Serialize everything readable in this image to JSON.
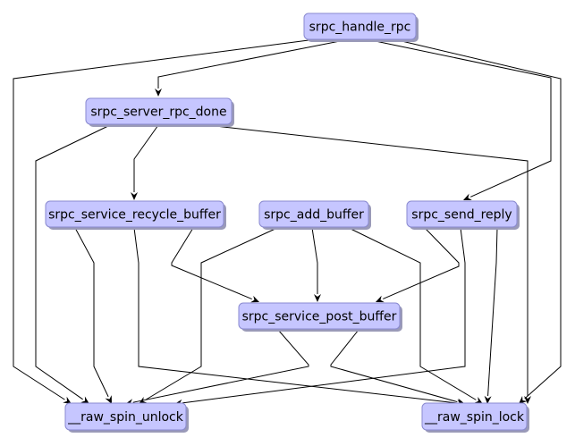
{
  "diagram": {
    "type": "call-graph",
    "colors": {
      "node_fill": "#c6c6ff",
      "node_border": "#8a8ad0",
      "edge": "#000000",
      "background": "#ffffff"
    },
    "nodes": [
      {
        "id": "srpc_handle_rpc",
        "label": "srpc_handle_rpc"
      },
      {
        "id": "srpc_server_rpc_done",
        "label": "srpc_server_rpc_done"
      },
      {
        "id": "srpc_service_recycle_buffer",
        "label": "srpc_service_recycle_buffer"
      },
      {
        "id": "srpc_add_buffer",
        "label": "srpc_add_buffer"
      },
      {
        "id": "srpc_send_reply",
        "label": "srpc_send_reply"
      },
      {
        "id": "srpc_service_post_buffer",
        "label": "srpc_service_post_buffer"
      },
      {
        "id": "__raw_spin_unlock",
        "label": "__raw_spin_unlock"
      },
      {
        "id": "__raw_spin_lock",
        "label": "__raw_spin_lock"
      }
    ],
    "edges": [
      {
        "from": "srpc_handle_rpc",
        "to": "srpc_server_rpc_done"
      },
      {
        "from": "srpc_handle_rpc",
        "to": "__raw_spin_unlock"
      },
      {
        "from": "srpc_handle_rpc",
        "to": "srpc_send_reply"
      },
      {
        "from": "srpc_handle_rpc",
        "to": "__raw_spin_lock"
      },
      {
        "from": "srpc_server_rpc_done",
        "to": "srpc_service_recycle_buffer"
      },
      {
        "from": "srpc_server_rpc_done",
        "to": "__raw_spin_unlock"
      },
      {
        "from": "srpc_server_rpc_done",
        "to": "__raw_spin_lock"
      },
      {
        "from": "srpc_service_recycle_buffer",
        "to": "__raw_spin_unlock"
      },
      {
        "from": "srpc_service_recycle_buffer",
        "to": "__raw_spin_lock"
      },
      {
        "from": "srpc_service_recycle_buffer",
        "to": "srpc_service_post_buffer"
      },
      {
        "from": "srpc_add_buffer",
        "to": "__raw_spin_unlock"
      },
      {
        "from": "srpc_add_buffer",
        "to": "srpc_service_post_buffer"
      },
      {
        "from": "srpc_add_buffer",
        "to": "__raw_spin_lock"
      },
      {
        "from": "srpc_send_reply",
        "to": "srpc_service_post_buffer"
      },
      {
        "from": "srpc_send_reply",
        "to": "__raw_spin_unlock"
      },
      {
        "from": "srpc_send_reply",
        "to": "__raw_spin_lock"
      },
      {
        "from": "srpc_service_post_buffer",
        "to": "__raw_spin_unlock"
      },
      {
        "from": "srpc_service_post_buffer",
        "to": "__raw_spin_lock"
      }
    ]
  }
}
